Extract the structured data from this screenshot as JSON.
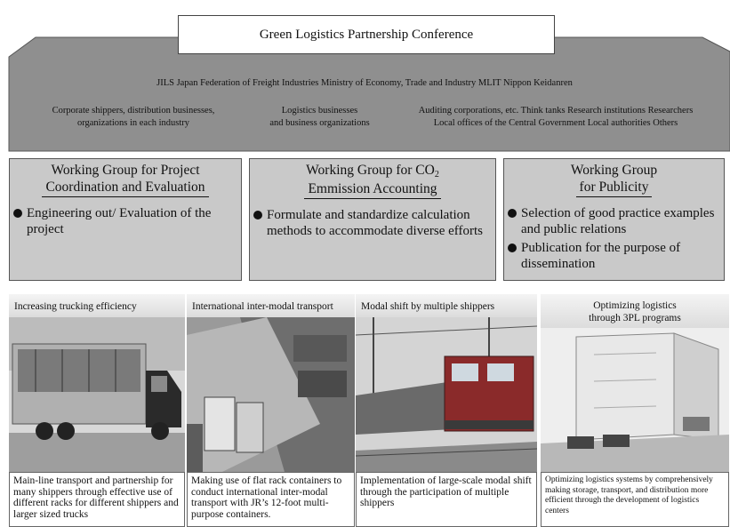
{
  "conference": {
    "title": "Green Logistics Partnership Conference",
    "members": "JILS  Japan Federation of Freight Industries  Ministry of Economy, Trade and Industry MLIT  Nippon Keidanren",
    "groups": {
      "left": [
        "Corporate shippers, distribution businesses,",
        "organizations in each industry"
      ],
      "middle": [
        "Logistics businesses",
        "and business organizations"
      ],
      "right": [
        "Auditing corporations, etc.  Think tanks  Research institutions  Researchers",
        "Local offices of the Central Government  Local authorities  Others"
      ]
    }
  },
  "working_groups": [
    {
      "title_line1": "Working Group for Project",
      "title_line2": "Coordination and Evaluation",
      "bullets": [
        "Engineering out/ Evaluation of the project"
      ]
    },
    {
      "title_line1": "Working Group for CO",
      "title_sub": "2",
      "title_line2": "Emmission Accounting",
      "bullets": [
        "Formulate and standardize calculation methods to accommodate diverse efforts"
      ]
    },
    {
      "title_line1": "Working Group",
      "title_line2": "for Publicity",
      "bullets": [
        "Selection of good practice examples and public relations",
        "Publication for the purpose of dissemination"
      ]
    }
  ],
  "examples": [
    {
      "caption": "Increasing trucking efficiency",
      "description": "Main-line transport and partnership for many shippers through effective use of different racks for different shippers and larger sized trucks"
    },
    {
      "caption": "International inter-modal transport",
      "description": "Making use of flat rack containers to conduct international inter-modal transport with JR’s 12-foot multi-purpose containers."
    },
    {
      "caption": "Modal shift by multiple shippers",
      "description": "Implementation of large-scale modal shift through the participation of multiple shippers"
    },
    {
      "caption_line1": "Optimizing logistics",
      "caption_line2": "through 3PL programs",
      "description": "Optimizing logistics systems by comprehensively making storage, transport, and distribution more efficient through the development of logistics centers"
    }
  ],
  "colors": {
    "band_gray": "#8f8f8f",
    "box_gray": "#c9c9c9",
    "truck_cab": "#2a2a2a",
    "train_body": "#8a2a2a",
    "rail": "#6a6a6a"
  }
}
